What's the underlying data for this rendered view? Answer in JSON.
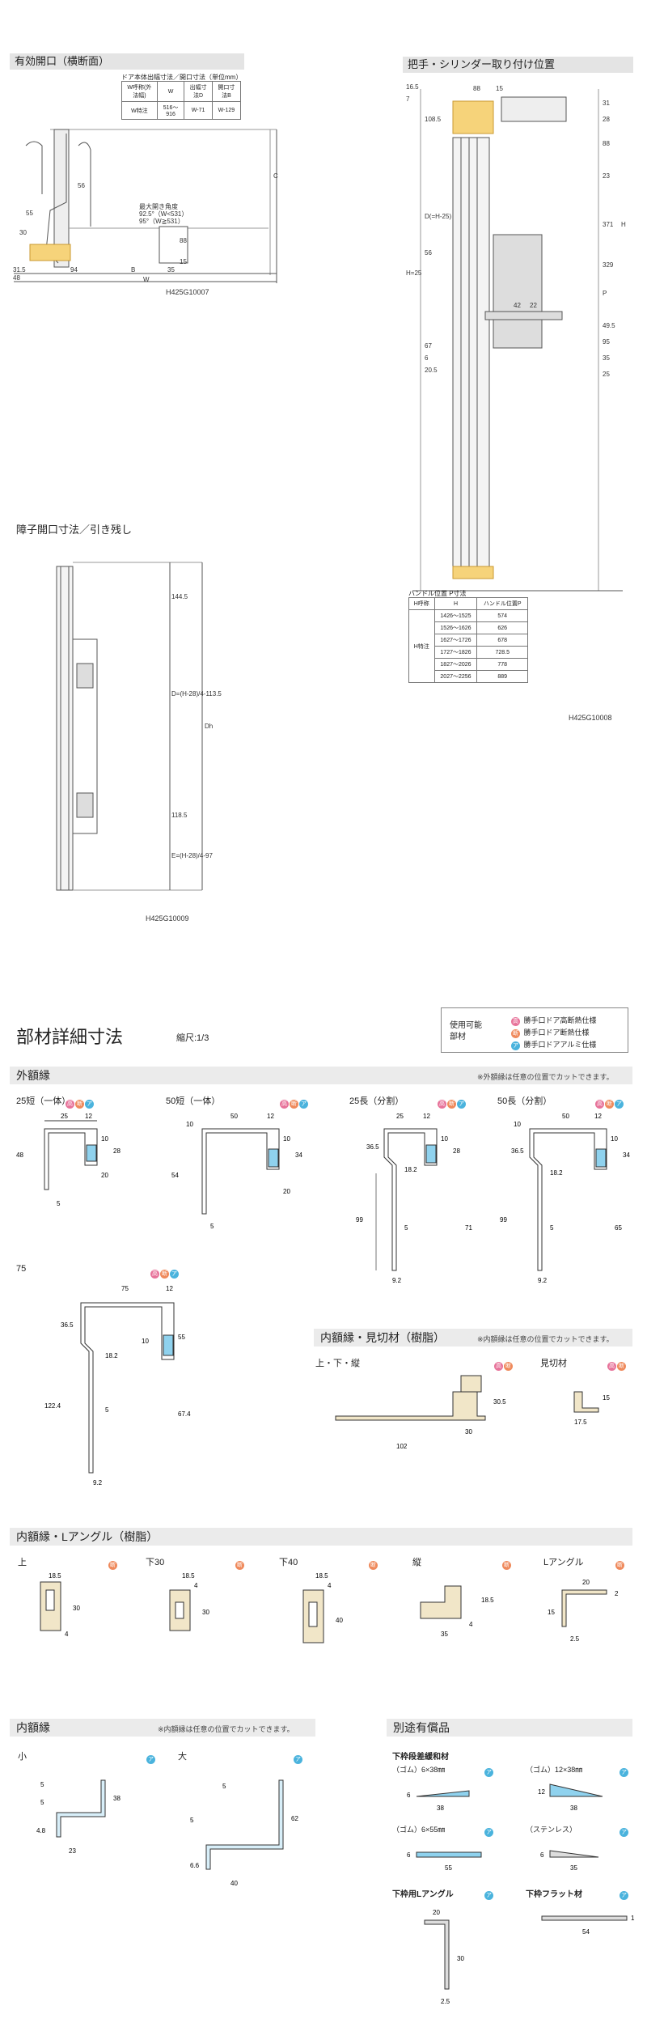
{
  "top_left": {
    "title": "有効開口（横断面）",
    "table": {
      "caption": "ドア本体出幅寸法／開口寸法（単位mm）",
      "headers": [
        "W呼称(外法幅)",
        "W",
        "出幅寸法D",
        "開口寸法B"
      ],
      "rows": [
        [
          "W特注",
          "516～916",
          "W-71",
          "W-129"
        ]
      ]
    },
    "angle_note_1": "最大開き角度",
    "angle_note_2": "92.5°（W<531）",
    "angle_note_3": "95°（W≧531）",
    "dims": [
      "56",
      "55",
      "30",
      "88",
      "15",
      "31.5",
      "94",
      "B",
      "35",
      "48",
      "W",
      "C"
    ],
    "code": "H425G10007"
  },
  "top_right": {
    "title": "把手・シリンダー取り付け位置",
    "dims_top": [
      "88",
      "15"
    ],
    "dims_right": [
      "31",
      "28",
      "88",
      "23",
      "371",
      "329",
      "P",
      "49.5",
      "95",
      "35",
      "25",
      "H"
    ],
    "dims_left": [
      "16.5",
      "7",
      "108.5",
      "D(=H-25)",
      "56",
      "42",
      "22",
      "67",
      "6",
      "20.5",
      "H=25"
    ],
    "handle_table_caption": "ハンドル位置 P寸法",
    "handle_table_headers": [
      "H呼称",
      "H",
      "ハンドル位置P"
    ],
    "handle_row_label": "H特注",
    "handle_rows": [
      [
        "1426～1525",
        "574"
      ],
      [
        "1526～1626",
        "626"
      ],
      [
        "1627～1726",
        "678"
      ],
      [
        "1727～1826",
        "728.5"
      ],
      [
        "1827～2026",
        "778"
      ],
      [
        "2027～2256",
        "889"
      ]
    ],
    "code": "H425G10008"
  },
  "mid_left": {
    "title": "障子開口寸法／引き残し",
    "dims": [
      "144.5",
      "D=(H-28)/4-113.5",
      "Dh",
      "118.5",
      "E=(H-28)/4-97"
    ],
    "code": "H425G10009"
  },
  "parts": {
    "title": "部材詳細寸法",
    "scale": "縮尺:1/3",
    "legend_label_1": "使用可能",
    "legend_label_2": "部材",
    "legend_items": [
      {
        "badge": "高",
        "text": "勝手口ドア高断熱仕様",
        "color": "#e7739a"
      },
      {
        "badge": "断",
        "text": "勝手口ドア断熱仕様",
        "color": "#ef8a5c"
      },
      {
        "badge": "ア",
        "text": "勝手口ドアアルミ仕様",
        "color": "#4ab3dd"
      }
    ],
    "outer_frame": {
      "title": "外額縁",
      "note": "※外額縁は任意の位置でカットできます。",
      "items": [
        {
          "name": "25短（一体）",
          "dims": [
            "25",
            "12",
            "48",
            "10",
            "28",
            "20",
            "5"
          ]
        },
        {
          "name": "50短（一体）",
          "dims": [
            "10",
            "50",
            "12",
            "10",
            "34",
            "54",
            "20",
            "5"
          ]
        },
        {
          "name": "25長（分割）",
          "dims": [
            "25",
            "12",
            "10",
            "28",
            "36.5",
            "18.2",
            "99",
            "5",
            "71",
            "9.2"
          ]
        },
        {
          "name": "50長（分割）",
          "dims": [
            "10",
            "50",
            "12",
            "10",
            "34",
            "36.5",
            "18.2",
            "99",
            "5",
            "65",
            "9.2"
          ]
        },
        {
          "name": "75",
          "dims": [
            "75",
            "12",
            "10",
            "55",
            "36.5",
            "18.2",
            "122.4",
            "5",
            "67.4",
            "9.2"
          ]
        }
      ]
    },
    "inner_sill": {
      "title": "内額縁・見切材（樹脂）",
      "note": "※内額縁は任意の位置でカットできます。",
      "item1": {
        "name": "上・下・縦",
        "dims": [
          "30.5",
          "30",
          "102"
        ]
      },
      "item2": {
        "name": "見切材",
        "dims": [
          "15",
          "17.5"
        ]
      }
    },
    "inner_angle": {
      "title": "内額縁・Lアングル（樹脂）",
      "items": [
        {
          "name": "上",
          "dims": [
            "18.5",
            "30",
            "4"
          ]
        },
        {
          "name": "下30",
          "dims": [
            "18.5",
            "4",
            "30"
          ]
        },
        {
          "name": "下40",
          "dims": [
            "18.5",
            "4",
            "40"
          ]
        },
        {
          "name": "縦",
          "dims": [
            "18.5",
            "35",
            "4"
          ]
        },
        {
          "name": "Lアングル",
          "dims": [
            "20",
            "2",
            "15",
            "2.5"
          ]
        }
      ]
    },
    "inner_frame": {
      "title": "内額縁",
      "note": "※内額縁は任意の位置でカットできます。",
      "small": {
        "name": "小",
        "dims": [
          "38",
          "5",
          "5",
          "4.8",
          "23"
        ]
      },
      "large": {
        "name": "大",
        "dims": [
          "5",
          "62",
          "5",
          "6.6",
          "40"
        ]
      }
    },
    "optional": {
      "title": "別途有償品",
      "sill_title": "下枠段差緩和材",
      "items": [
        {
          "name": "（ゴム）6×38㎜",
          "dims": [
            "6",
            "38"
          ]
        },
        {
          "name": "（ゴム）12×38㎜",
          "dims": [
            "12",
            "38"
          ]
        },
        {
          "name": "（ゴム）6×55㎜",
          "dims": [
            "6",
            "55"
          ]
        },
        {
          "name": "（ステンレス）",
          "dims": [
            "6",
            "35"
          ]
        }
      ],
      "angle_title": "下枠用Lアングル",
      "angle_dims": [
        "20",
        "30",
        "2.5"
      ],
      "flat_title": "下枠フラット材",
      "flat_dims": [
        "54",
        "1"
      ]
    }
  }
}
